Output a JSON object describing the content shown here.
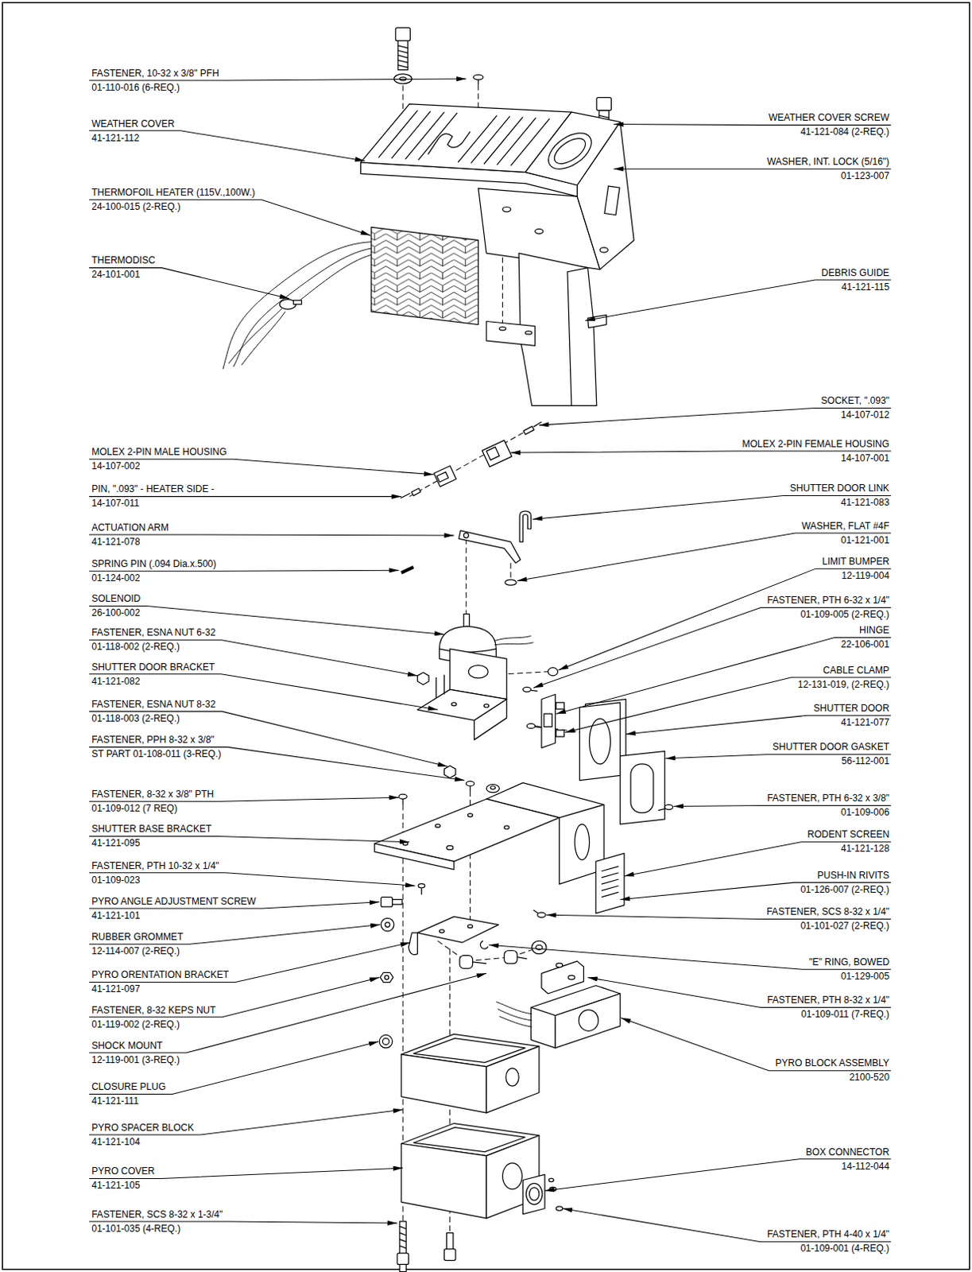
{
  "diagram": {
    "labels": [
      "FASTENER, 10-32 x 3/8\" PFH",
      "01-110-016 (6-REQ.)",
      "WEATHER COVER",
      "41-121-112",
      "THERMOFOIL HEATER (115V.,100W.)",
      "24-100-015 (2-REQ.)",
      "THERMODISC",
      "24-101-001",
      "MOLEX 2-PIN MALE HOUSING",
      "14-107-002",
      "PIN, \".093\" - HEATER SIDE -",
      "14-107-011",
      "ACTUATION ARM",
      "41-121-078",
      "SPRING PIN (.094 Dia.x.500)",
      "01-124-002",
      "SOLENOID",
      "26-100-002",
      "FASTENER, ESNA NUT 6-32",
      "01-118-002 (2-REQ.)",
      "SHUTTER DOOR BRACKET",
      "41-121-082",
      "FASTENER, ESNA NUT 8-32",
      "01-118-003 (2-REQ.)",
      "FASTENER, PPH 8-32 x 3/8\"",
      "ST PART 01-108-011 (3-REQ.)",
      "FASTENER, 8-32 x 3/8\" PTH",
      "01-109-012 (7 REQ)",
      "SHUTTER BASE BRACKET",
      "41-121-095",
      "FASTENER, PTH 10-32 x 1/4\"",
      "01-109-023",
      "PYRO ANGLE ADJUSTMENT SCREW",
      "41-121-101",
      "RUBBER GROMMET",
      "12-114-007 (2-REQ.)",
      "PYRO ORENTATION BRACKET",
      "41-121-097",
      "FASTENER, 8-32 KEPS NUT",
      "01-119-002 (2-REQ.)",
      "SHOCK MOUNT",
      "12-119-001 (3-REQ.)",
      "CLOSURE PLUG",
      "41-121-111",
      "PYRO SPACER BLOCK",
      "41-121-104",
      "PYRO COVER",
      "41-121-105",
      "FASTENER, SCS 8-32 x 1-3/4\"",
      "01-101-035 (4-REQ.)",
      "WEATHER COVER SCREW",
      "41-121-084 (2-REQ.)",
      "WASHER, INT. LOCK (5/16\")",
      "01-123-007",
      "DEBRIS GUIDE",
      "41-121-115",
      "SOCKET, \".093\"",
      "14-107-012",
      "MOLEX 2-PIN FEMALE HOUSING",
      "14-107-001",
      "SHUTTER DOOR LINK",
      "41-121-083",
      "WASHER, FLAT #4F",
      "01-121-001",
      "LIMIT BUMPER",
      "12-119-004",
      "FASTENER, PTH 6-32 x 1/4\"",
      "01-109-005 (2-REQ.)",
      "HINGE",
      "22-106-001",
      "CABLE CLAMP",
      "12-131-019, (2-REQ.)",
      "SHUTTER DOOR",
      "41-121-077",
      "SHUTTER DOOR GASKET",
      "56-112-001",
      "FASTENER, PTH 6-32 x 3/8\"",
      "01-109-006",
      "RODENT SCREEN",
      "41-121-128",
      "PUSH-IN RIVITS",
      "01-126-007 (2-REQ.)",
      "FASTENER, SCS 8-32 x 1/4\"",
      "01-101-027 (2-REQ.)",
      "\"E\" RING, BOWED",
      "01-129-005",
      "FASTENER, PTH 8-32 x 1/4\"",
      "01-109-011 (7-REQ.)",
      "PYRO BLOCK ASSEMBLY",
      "2100-520",
      "BOX CONNECTOR",
      "14-112-044",
      "FASTENER, PTH 4-40 x 1/4\"",
      "01-109-001 (4-REQ.)"
    ]
  }
}
